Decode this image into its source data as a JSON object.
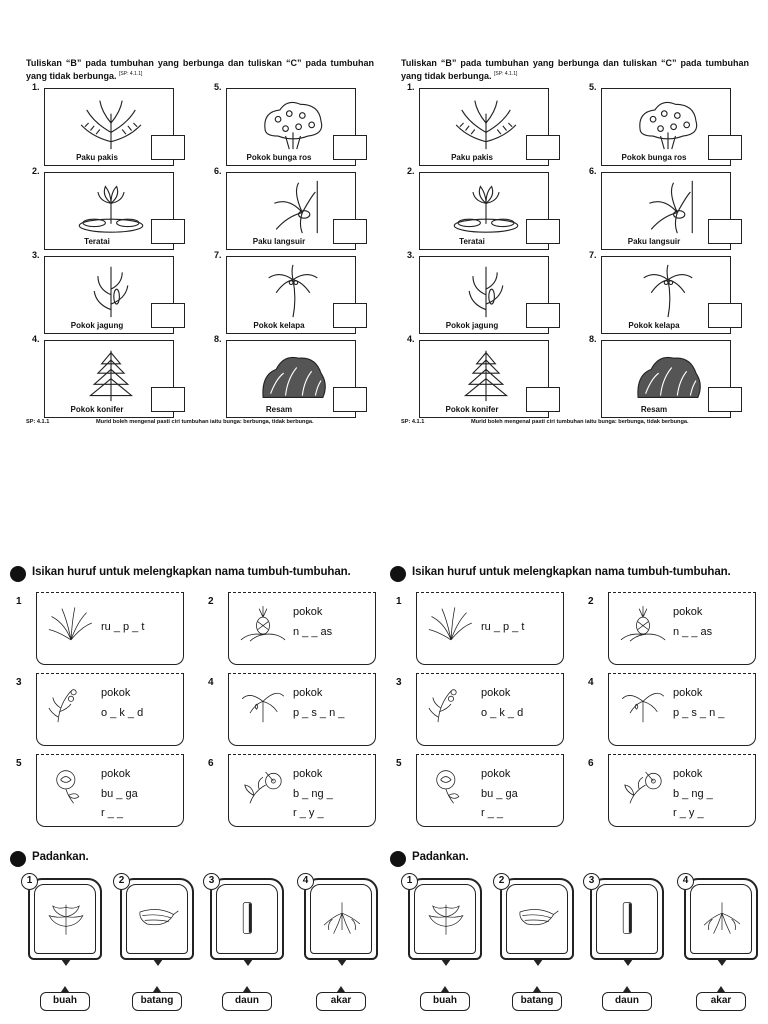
{
  "worksheet_a": {
    "instruction": "Tuliskan “B” pada tumbuhan yang berbunga dan tuliskan “C” pada tumbuhan yang tidak berbunga.",
    "sp_tag": "[SP: 4.1.1]",
    "items": [
      {
        "num": "1.",
        "label": "Paku pakis",
        "icon": "fern-icon"
      },
      {
        "num": "2.",
        "label": "Teratai",
        "icon": "lotus-icon"
      },
      {
        "num": "3.",
        "label": "Pokok jagung",
        "icon": "corn-plant-icon"
      },
      {
        "num": "4.",
        "label": "Pokok konifer",
        "icon": "conifer-icon"
      },
      {
        "num": "5.",
        "label": "Pokok bunga ros",
        "icon": "rose-bush-icon"
      },
      {
        "num": "6.",
        "label": "Paku langsuir",
        "icon": "staghorn-fern-icon"
      },
      {
        "num": "7.",
        "label": "Pokok kelapa",
        "icon": "coconut-tree-icon"
      },
      {
        "num": "8.",
        "label": "Resam",
        "icon": "resam-fern-icon"
      }
    ],
    "footer_sp": "SP: 4.1.1",
    "footer_text": "Murid boleh mengenal pasti ciri tumbuhan iaitu bunga: berbunga, tidak berbunga."
  },
  "worksheet_b": {
    "heading1": "Isikan huruf untuk melengkapkan nama tumbuh-tumbuhan.",
    "fill_items": [
      {
        "num": "1",
        "line1": "",
        "line2": "ru _ p _ t",
        "line3": "",
        "icon": "grass-icon"
      },
      {
        "num": "2",
        "line1": "pokok",
        "line2": "n _ _ as",
        "line3": "",
        "icon": "pineapple-icon"
      },
      {
        "num": "3",
        "line1": "pokok",
        "line2": "o _ k _ d",
        "line3": "",
        "icon": "orchid-icon"
      },
      {
        "num": "4",
        "line1": "pokok",
        "line2": "p _ s _ n _",
        "line3": "",
        "icon": "banana-tree-icon"
      },
      {
        "num": "5",
        "line1": "pokok",
        "line2": "bu _ ga",
        "line3": "r _ _",
        "icon": "rose-icon"
      },
      {
        "num": "6",
        "line1": "pokok",
        "line2": "b _ ng _",
        "line3": "r _ y _",
        "icon": "hibiscus-icon"
      }
    ],
    "heading2": "Padankan.",
    "match_items": [
      {
        "num": "1",
        "icon": "leaf-icon"
      },
      {
        "num": "2",
        "icon": "banana-bunch-icon"
      },
      {
        "num": "3",
        "icon": "stem-icon"
      },
      {
        "num": "4",
        "icon": "root-icon"
      }
    ],
    "words": [
      "buah",
      "batang",
      "daun",
      "akar"
    ]
  }
}
